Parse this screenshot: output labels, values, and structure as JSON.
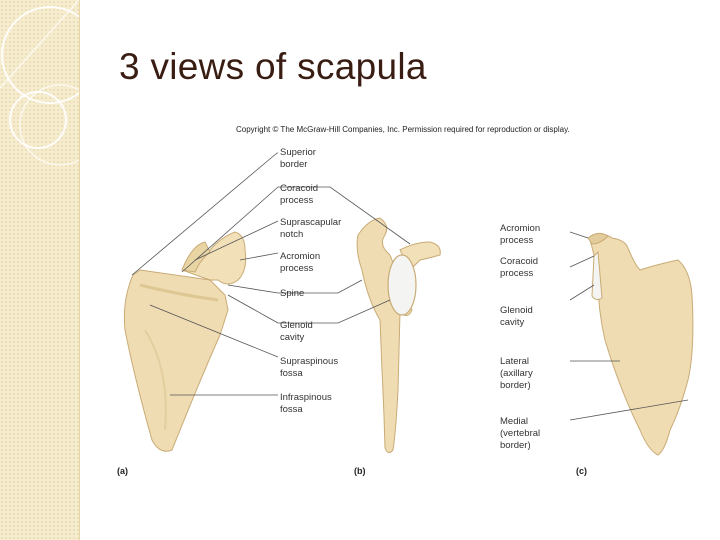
{
  "slide": {
    "title": "3 views of scapula",
    "copyright": "Copyright © The McGraw-Hill Companies, Inc. Permission required for reproduction or display."
  },
  "figure": {
    "anterior_labels": [
      "Superior\nborder",
      "Coracoid\nprocess",
      "Suprascapular\nnotch",
      "Acromion\nprocess",
      "Spine",
      "Glenoid\ncavity",
      "Supraspinous\nfossa",
      "Infraspinous\nfossa"
    ],
    "posterior_labels": [
      "Acromion\nprocess",
      "Coracoid\nprocess",
      "Glenoid\ncavity",
      "Lateral\n(axillary\nborder)",
      "Medial\n(vertebral\nborder)"
    ],
    "panels": [
      "(a)",
      "(b)",
      "(c)"
    ]
  },
  "colors": {
    "bone": "#efdcb2",
    "bone_shadow": "#d8bd88",
    "cavity": "#f4f4f2",
    "sidebar": "#f6ecd0",
    "title": "#3a1d12"
  }
}
